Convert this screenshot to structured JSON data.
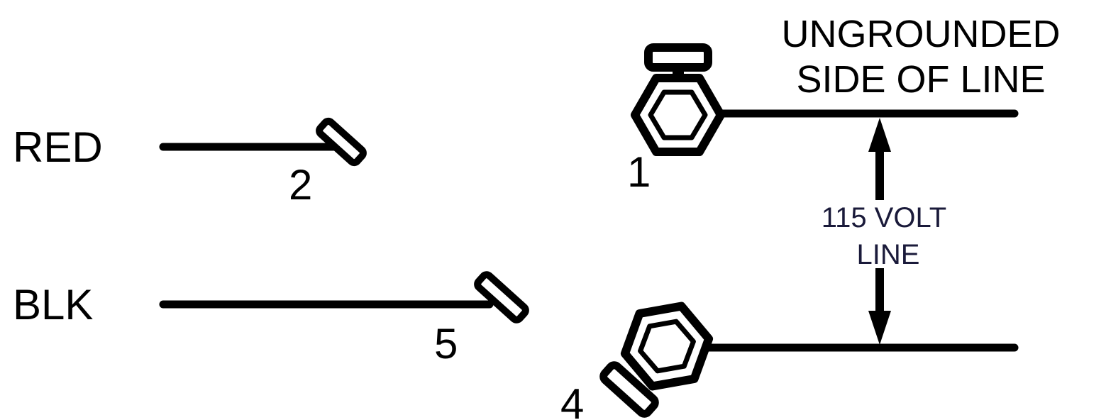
{
  "wires": {
    "red_label": "RED",
    "blk_label": "BLK"
  },
  "terminals": {
    "t1": "1",
    "t2": "2",
    "t4": "4",
    "t5": "5"
  },
  "line_label": {
    "line1": "UNGROUNDED",
    "line2": "SIDE OF LINE"
  },
  "voltage_label": {
    "line1": "115 VOLT",
    "line2": "LINE"
  },
  "colors": {
    "ink": "#000000",
    "voltage_text": "#1a1a3a",
    "background": "#ffffff"
  }
}
